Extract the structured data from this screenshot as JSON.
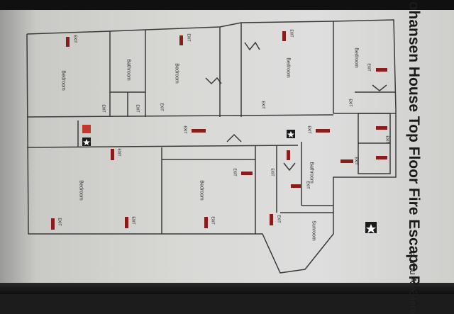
{
  "title": "Johansen House Top Floor Fire Escape Plan",
  "legend": {
    "icon": "you-are-here-star-icon",
    "text": "= You Are Here"
  },
  "rooms": [
    {
      "label": "Bedroom"
    },
    {
      "label": "Bathroom"
    },
    {
      "label": "Bedroom"
    },
    {
      "label": "Bedroom"
    },
    {
      "label": "Bedroom"
    },
    {
      "label": "Bedroom"
    },
    {
      "label": "Bedroom"
    },
    {
      "label": "Bathroom"
    },
    {
      "label": "Sunroom"
    }
  ],
  "exit_label": "EXIT",
  "colors": {
    "arrow": "#8b1c1c",
    "wall": "#3a3a3a",
    "accent": "#c0392b"
  }
}
